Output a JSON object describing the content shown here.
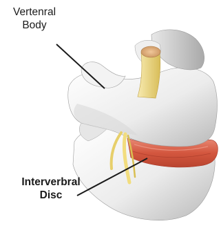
{
  "labels": {
    "vertebral_body": {
      "line1": "Vertenral",
      "line2": "Body"
    },
    "interverbral_disc": {
      "line1": "Interverbral",
      "line2": "Disc"
    }
  },
  "colors": {
    "bone_light": "#f4f4f4",
    "bone_shadow": "#bdbdbd",
    "disc_red": "#d9604e",
    "nerve_yellow": "#f2dd7e",
    "leader_line": "#1a1a1a"
  }
}
